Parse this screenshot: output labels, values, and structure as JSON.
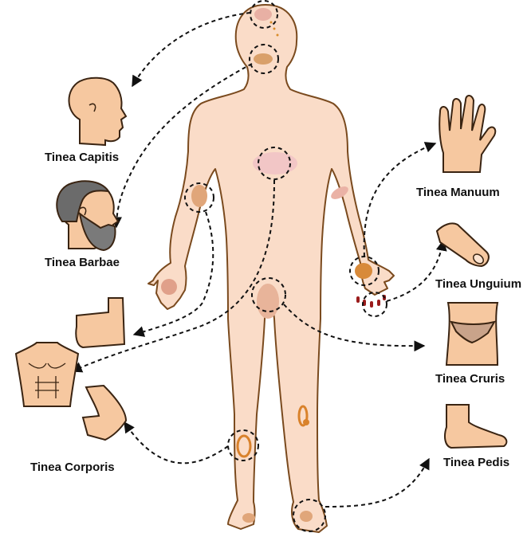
{
  "labels": {
    "capitis": "Tinea Capitis",
    "barbae": "Tinea Barbae",
    "corporis": "Tinea Corporis",
    "manuum": "Tinea Manuum",
    "unguium": "Tinea Unguium",
    "cruris": "Tinea Cruris",
    "pedis": "Tinea Pedis"
  },
  "colors": {
    "skin": "#fadcc8",
    "outline": "#7a4a1e",
    "lesion": "#e8b0a4",
    "lesion_spot": "#d98c2a",
    "ring": "#d9822b",
    "nail": "#9b1c1c",
    "hair": "#6b6b6b",
    "arrow": "#111111"
  },
  "icons": {
    "head": "bald-head-profile-icon",
    "bearded_head": "bearded-head-profile-icon",
    "arm": "bent-arm-icon",
    "torso": "bare-torso-icon",
    "knee": "bent-knee-icon",
    "hand": "open-hand-icon",
    "finger": "finger-nail-icon",
    "groin": "groin-underwear-icon",
    "foot": "foot-icon"
  }
}
